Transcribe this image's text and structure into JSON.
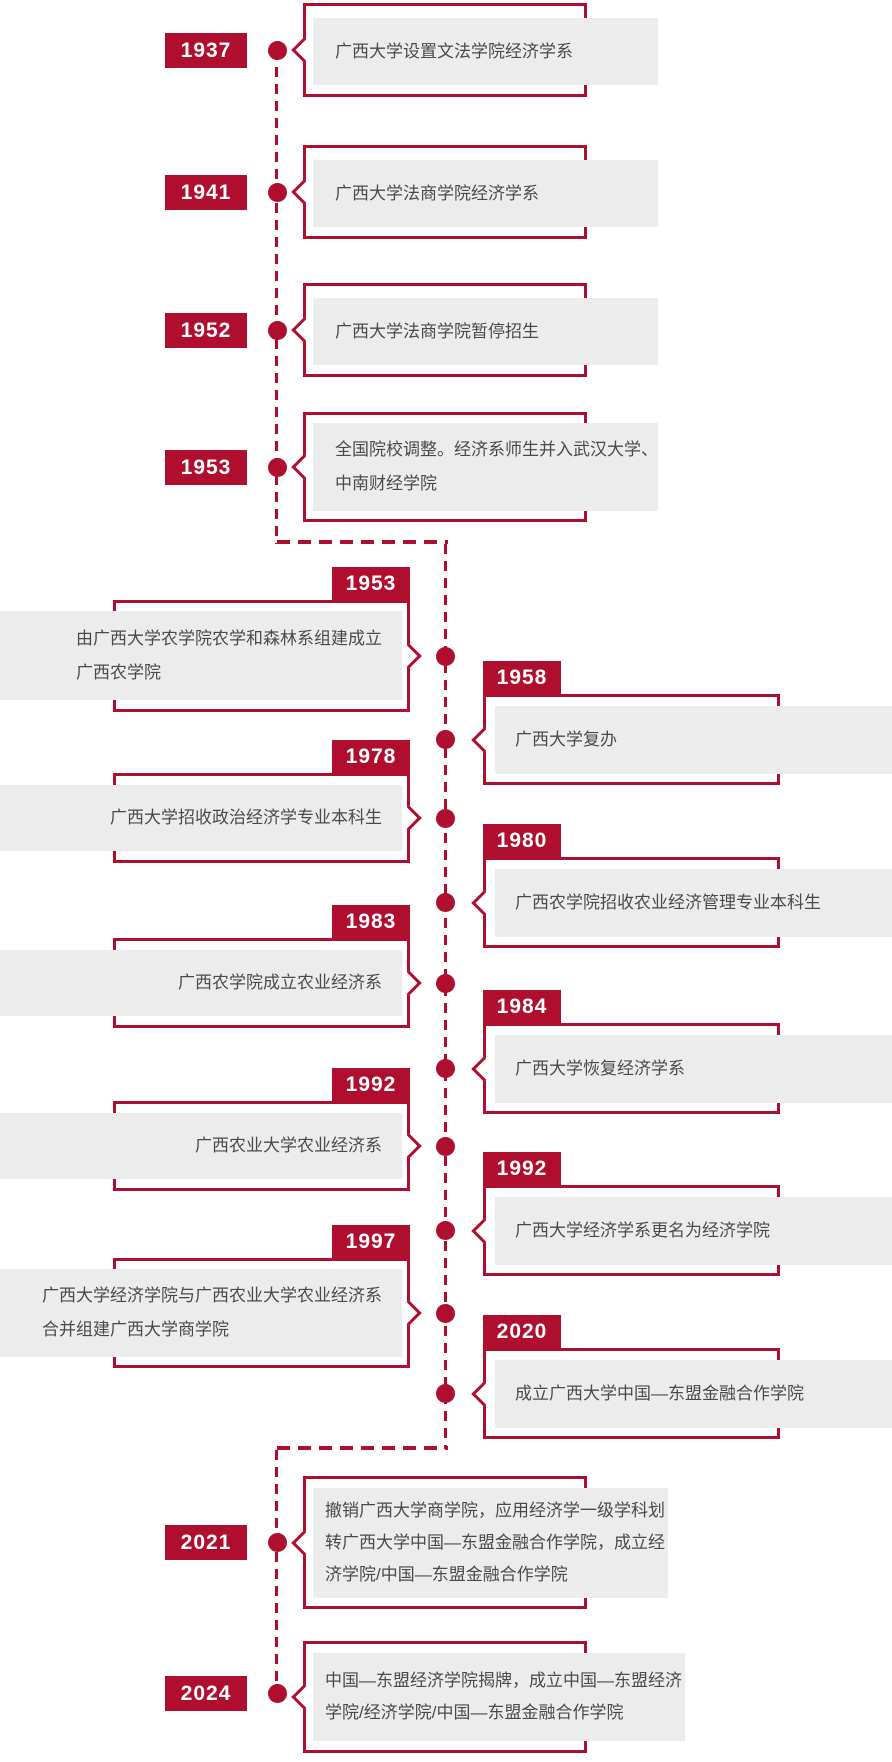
{
  "palette": {
    "accent_red": "#B00E2F",
    "box_gray": "#ECECEC",
    "text_gray": "#4A4A4A",
    "badge_text": "#FFFFFF"
  },
  "timeline": {
    "events": [
      {
        "year": "1937",
        "side": "right",
        "text": "广西大学设置文法学院经济学系"
      },
      {
        "year": "1941",
        "side": "right",
        "text": "广西大学法商学院经济学系"
      },
      {
        "year": "1952",
        "side": "right",
        "text": "广西大学法商学院暂停招生"
      },
      {
        "year": "1953",
        "side": "right",
        "text": "全国院校调整。经济系师生并入武汉大学、\n中南财经学院"
      },
      {
        "year": "1953",
        "side": "left",
        "text": "由广西大学农学院农学和森林系组建成立\n广西农学院"
      },
      {
        "year": "1958",
        "side": "right",
        "text": "广西大学复办"
      },
      {
        "year": "1978",
        "side": "left",
        "text": "广西大学招收政治经济学专业本科生"
      },
      {
        "year": "1980",
        "side": "right",
        "text": "广西农学院招收农业经济管理专业本科生"
      },
      {
        "year": "1983",
        "side": "left",
        "text": "广西农学院成立农业经济系"
      },
      {
        "year": "1984",
        "side": "right",
        "text": "广西大学恢复经济学系"
      },
      {
        "year": "1992",
        "side": "left",
        "text": "广西农业大学农业经济系"
      },
      {
        "year": "1992",
        "side": "right",
        "text": "广西大学经济学系更名为经济学院"
      },
      {
        "year": "1997",
        "side": "left",
        "text": "广西大学经济学院与广西农业大学农业经济系\n合并组建广西大学商学院"
      },
      {
        "year": "2020",
        "side": "right",
        "text": "成立广西大学中国—东盟金融合作学院"
      },
      {
        "year": "2021",
        "side": "right",
        "text": "撤销广西大学商学院，应用经济学一级学科划\n转广西大学中国—东盟金融合作学院，成立经\n济学院/中国—东盟金融合作学院"
      },
      {
        "year": "2024",
        "side": "right",
        "text": "中国—东盟经济学院揭牌，成立中国—东盟经济\n学院/经济学院/中国—东盟金融合作学院"
      }
    ]
  }
}
